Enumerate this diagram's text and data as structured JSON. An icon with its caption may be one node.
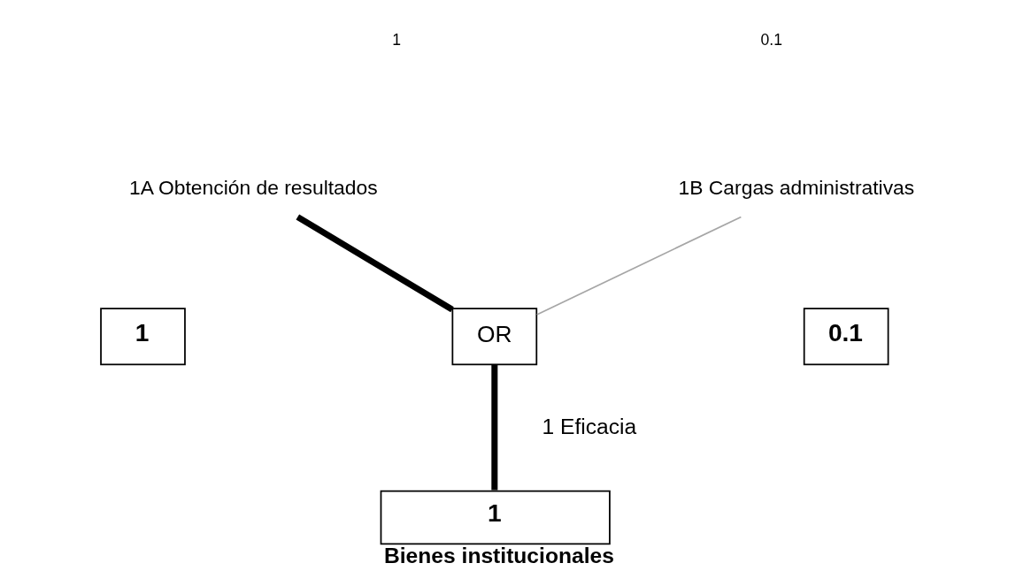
{
  "diagram": {
    "nodes": [
      {
        "text": [
          "1A Obtención de resultados"
        ]
      },
      {
        "text": [
          "1B Cargas administrativas"
        ]
      },
      {
        "text": [
          "1"
        ]
      },
      {
        "text": [
          "OR"
        ]
      },
      {
        "text": [
          "0.1"
        ]
      },
      {
        "text": [
          "1",
          "Bienes institucionales"
        ]
      }
    ],
    "edges": [
      {
        "from": 0,
        "to": 3,
        "arrow": "none"
      },
      {
        "from": 1,
        "to": 3,
        "arrow": "none",
        "color": "#a6a6a6"
      },
      {
        "from": 3,
        "to": 5,
        "arrow": "none",
        "label": "1 Eficacia"
      }
    ],
    "labels": [
      "1",
      "0.1"
    ]
  }
}
